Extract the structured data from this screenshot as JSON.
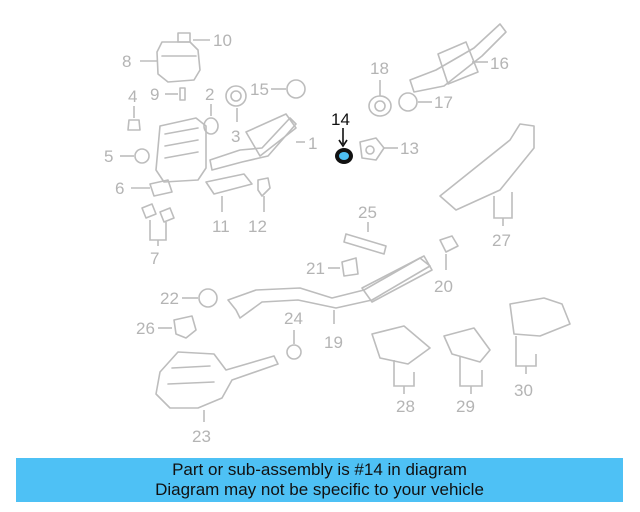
{
  "diagram": {
    "callouts": [
      "1",
      "2",
      "3",
      "4",
      "5",
      "6",
      "7",
      "8",
      "9",
      "10",
      "11",
      "12",
      "13",
      "14",
      "15",
      "16",
      "17",
      "18",
      "19",
      "20",
      "21",
      "22",
      "23",
      "24",
      "25",
      "26",
      "27",
      "28",
      "29",
      "30"
    ],
    "highlighted": "14",
    "colors": {
      "part": "#bdbdbd",
      "highlight": "#111111",
      "highlight_part": "#4ec1f5",
      "banner": "#4ec1f5"
    }
  },
  "banner": {
    "line1": "Part or sub-assembly is #14 in diagram",
    "line2": "Diagram may not be specific to your vehicle"
  }
}
